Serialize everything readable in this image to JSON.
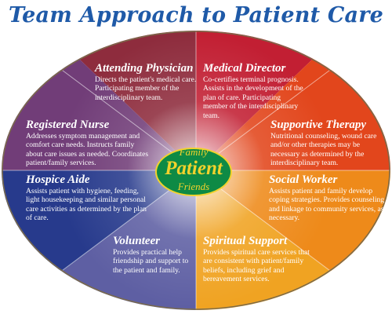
{
  "title": "Team Approach to Patient Care",
  "center": {
    "top": "Family",
    "main": "Patient",
    "bottom": "Friends"
  },
  "segments": [
    {
      "heading": "Attending Physician",
      "desc": "Directs the patient's medical care. Participating member of the interdisciplinary team."
    },
    {
      "heading": "Medical Director",
      "desc": "Co-certifies terminal prognosis. Assists in the development of the plan of care. Participating member of the interdisciplinary team."
    },
    {
      "heading": "Supportive Therapy",
      "desc": "Nutritional counseling, wound care and/or other therapies may be necessary as determined by the interdisciplinary team."
    },
    {
      "heading": "Social Worker",
      "desc": "Assists patient and family develop coping strategies. Provides counseling and linkage to community services, as necessary."
    },
    {
      "heading": "Spiritual Support",
      "desc": "Provides spiritual care services that are consistent with patient/family beliefs, including grief and bereavement services."
    },
    {
      "heading": "Volunteer",
      "desc": "Provides practical help friendship and support to the patient and family."
    },
    {
      "heading": "Hospice Aide",
      "desc": "Assists patient with hygiene, feeding, light housekeeping and similar personal care activities as determined by the plan of care."
    },
    {
      "heading": "Registered Nurse",
      "desc": "Addresses symptom management and comfort care needs. Instructs family about care issues as needed. Coordinates patient/family services."
    }
  ],
  "colors": {
    "title": "#1f5aa8",
    "attending_physician": "#8e2c3d",
    "medical_director": "#c21f33",
    "supportive_therapy": "#e2461c",
    "social_worker": "#ee8a1a",
    "spiritual_support": "#f0a322",
    "volunteer": "#5e5fa3",
    "hospice_aide": "#273a8c",
    "registered_nurse": "#713d78",
    "center_fill": "#0e8a45",
    "center_text": "#f2d22c"
  }
}
